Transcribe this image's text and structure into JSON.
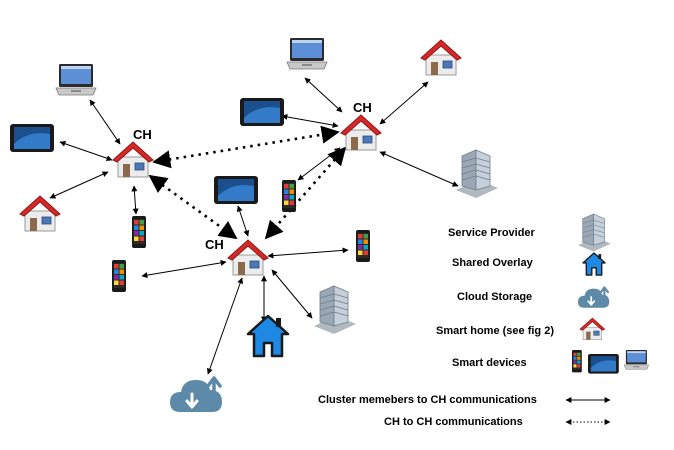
{
  "cluster_head_labels": [
    "CH",
    "CH",
    "CH"
  ],
  "legend": {
    "service_provider": "Service Provider",
    "shared_overlay": "Shared Overlay",
    "cloud_storage": "Cloud Storage",
    "smart_home": "Smart home (see fig 2)",
    "smart_devices": "Smart devices",
    "member_comm": "Cluster memebers to CH communications",
    "ch_comm": "CH to CH communications"
  },
  "colors": {
    "roof": "#d62828",
    "house_wall": "#e8e8e8",
    "overlay_blue": "#1e88e5",
    "cloud_steel": "#5d8aa8",
    "building_gray": "#8d99a6"
  },
  "icons": [
    "house-icon",
    "laptop-icon",
    "tablet-icon",
    "smartphone-icon",
    "building-icon",
    "overlay-home-icon",
    "cloud-icon"
  ]
}
